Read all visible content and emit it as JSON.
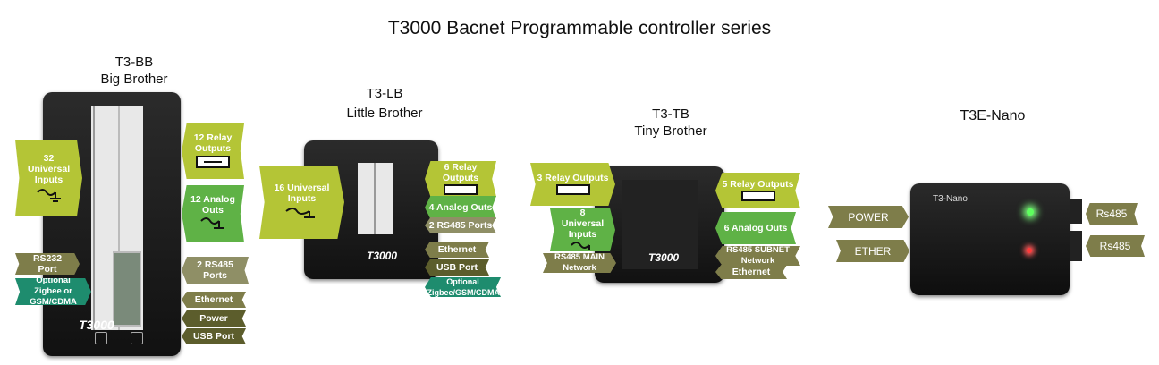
{
  "title": "T3000 Bacnet Programmable controller series",
  "products": {
    "bb": {
      "name": "T3-BB",
      "subtitle": "Big Brother",
      "brand": "T3000"
    },
    "lb": {
      "name": "T3-LB",
      "subtitle": "Little Brother",
      "brand": "T3000"
    },
    "tb": {
      "name": "T3-TB",
      "subtitle": "Tiny Brother",
      "brand": "T3000"
    },
    "nano": {
      "name": "T3E-Nano",
      "device_label": "T3-Nano"
    }
  },
  "bb_tags": {
    "inputs": "32 Universal Inputs",
    "relay": "12 Relay Outputs",
    "analog": "12 Analog Outs",
    "rs232": "RS232 Port",
    "optional": "Optional Zigbee or GSM/CDMA",
    "rs485": "2 RS485 Ports",
    "ethernet": "Ethernet",
    "power": "Power",
    "usb": "USB Port"
  },
  "lb_tags": {
    "inputs": "16 Universal Inputs",
    "relay": "6 Relay Outputs",
    "analog": "4 Analog Outs",
    "rs485": "2 RS485 Ports",
    "ethernet": "Ethernet",
    "usb": "USB Port",
    "optional": "Optional Zigbee/GSM/CDMA"
  },
  "tb_tags": {
    "relay_left": "3 Relay Outputs",
    "inputs": "8 Universal Inputs",
    "rs485_main": "RS485 MAIN Network",
    "relay_right": "5 Relay Outputs",
    "analog": "6 Analog Outs",
    "rs485_subnet": "RS485 SUBNET Network",
    "ethernet": "Ethernet"
  },
  "nano_tags": {
    "power": "POWER",
    "ether": "ETHER",
    "rs485_top": "Rs485",
    "rs485_bottom": "Rs485"
  },
  "colors": {
    "lime": "#b4c536",
    "green": "#5fb246",
    "olive": "#7e7d4a",
    "teal": "#1e8c6e"
  }
}
